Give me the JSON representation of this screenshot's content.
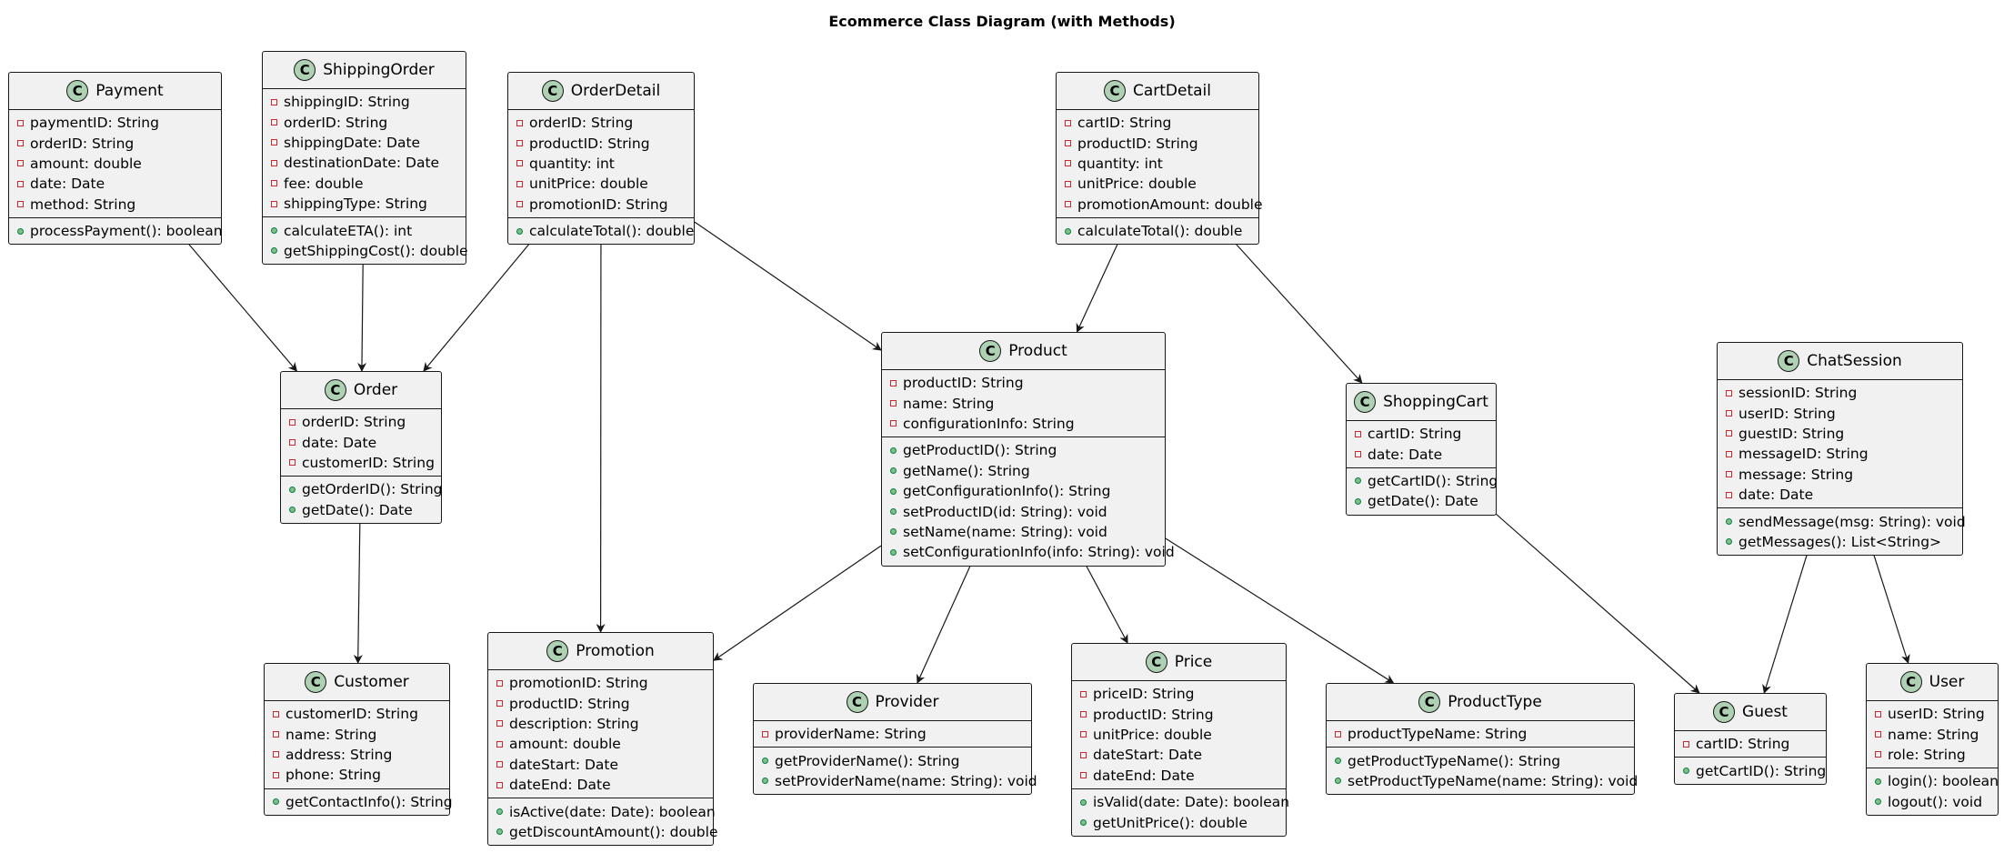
{
  "diagram": {
    "title": "Ecommerce Class Diagram (with Methods)",
    "classes": [
      {
        "id": "Payment",
        "name": "Payment",
        "stereotype": "C",
        "attributes": [
          "paymentID: String",
          "orderID: String",
          "amount: double",
          "date: Date",
          "method: String"
        ],
        "methods": [
          "processPayment(): boolean"
        ]
      },
      {
        "id": "ShippingOrder",
        "name": "ShippingOrder",
        "stereotype": "C",
        "attributes": [
          "shippingID: String",
          "orderID: String",
          "shippingDate: Date",
          "destinationDate: Date",
          "fee: double",
          "shippingType: String"
        ],
        "methods": [
          "calculateETA(): int",
          "getShippingCost(): double"
        ]
      },
      {
        "id": "OrderDetail",
        "name": "OrderDetail",
        "stereotype": "C",
        "attributes": [
          "orderID: String",
          "productID: String",
          "quantity: int",
          "unitPrice: double",
          "promotionID: String"
        ],
        "methods": [
          "calculateTotal(): double"
        ]
      },
      {
        "id": "CartDetail",
        "name": "CartDetail",
        "stereotype": "C",
        "attributes": [
          "cartID: String",
          "productID: String",
          "quantity: int",
          "unitPrice: double",
          "promotionAmount: double"
        ],
        "methods": [
          "calculateTotal(): double"
        ]
      },
      {
        "id": "Order",
        "name": "Order",
        "stereotype": "C",
        "attributes": [
          "orderID: String",
          "date: Date",
          "customerID: String"
        ],
        "methods": [
          "getOrderID(): String",
          "getDate(): Date"
        ]
      },
      {
        "id": "Product",
        "name": "Product",
        "stereotype": "C",
        "attributes": [
          "productID: String",
          "name: String",
          "configurationInfo: String"
        ],
        "methods": [
          "getProductID(): String",
          "getName(): String",
          "getConfigurationInfo(): String",
          "setProductID(id: String): void",
          "setName(name: String): void",
          "setConfigurationInfo(info: String): void"
        ]
      },
      {
        "id": "ShoppingCart",
        "name": "ShoppingCart",
        "stereotype": "C",
        "attributes": [
          "cartID: String",
          "date: Date"
        ],
        "methods": [
          "getCartID(): String",
          "getDate(): Date"
        ]
      },
      {
        "id": "ChatSession",
        "name": "ChatSession",
        "stereotype": "C",
        "attributes": [
          "sessionID: String",
          "userID: String",
          "guestID: String",
          "messageID: String",
          "message: String",
          "date: Date"
        ],
        "methods": [
          "sendMessage(msg: String): void",
          "getMessages(): List<String>"
        ]
      },
      {
        "id": "Customer",
        "name": "Customer",
        "stereotype": "C",
        "attributes": [
          "customerID: String",
          "name: String",
          "address: String",
          "phone: String"
        ],
        "methods": [
          "getContactInfo(): String"
        ]
      },
      {
        "id": "Promotion",
        "name": "Promotion",
        "stereotype": "C",
        "attributes": [
          "promotionID: String",
          "productID: String",
          "description: String",
          "amount: double",
          "dateStart: Date",
          "dateEnd: Date"
        ],
        "methods": [
          "isActive(date: Date): boolean",
          "getDiscountAmount(): double"
        ]
      },
      {
        "id": "Provider",
        "name": "Provider",
        "stereotype": "C",
        "attributes": [
          "providerName: String"
        ],
        "methods": [
          "getProviderName(): String",
          "setProviderName(name: String): void"
        ]
      },
      {
        "id": "Price",
        "name": "Price",
        "stereotype": "C",
        "attributes": [
          "priceID: String",
          "productID: String",
          "unitPrice: double",
          "dateStart: Date",
          "dateEnd: Date"
        ],
        "methods": [
          "isValid(date: Date): boolean",
          "getUnitPrice(): double"
        ]
      },
      {
        "id": "ProductType",
        "name": "ProductType",
        "stereotype": "C",
        "attributes": [
          "productTypeName: String"
        ],
        "methods": [
          "getProductTypeName(): String",
          "setProductTypeName(name: String): void"
        ]
      },
      {
        "id": "Guest",
        "name": "Guest",
        "stereotype": "C",
        "attributes": [
          "cartID: String"
        ],
        "methods": [
          "getCartID(): String"
        ]
      },
      {
        "id": "User",
        "name": "User",
        "stereotype": "C",
        "attributes": [
          "userID: String",
          "name: String",
          "role: String"
        ],
        "methods": [
          "login(): boolean",
          "logout(): void"
        ]
      }
    ],
    "relations": [
      {
        "from": "Payment",
        "to": "Order"
      },
      {
        "from": "ShippingOrder",
        "to": "Order"
      },
      {
        "from": "OrderDetail",
        "to": "Order"
      },
      {
        "from": "OrderDetail",
        "to": "Product"
      },
      {
        "from": "OrderDetail",
        "to": "Promotion"
      },
      {
        "from": "CartDetail",
        "to": "Product"
      },
      {
        "from": "CartDetail",
        "to": "ShoppingCart"
      },
      {
        "from": "Order",
        "to": "Customer"
      },
      {
        "from": "Product",
        "to": "Promotion"
      },
      {
        "from": "Product",
        "to": "Provider"
      },
      {
        "from": "Product",
        "to": "Price"
      },
      {
        "from": "Product",
        "to": "ProductType"
      },
      {
        "from": "ShoppingCart",
        "to": "Guest"
      },
      {
        "from": "ChatSession",
        "to": "Guest"
      },
      {
        "from": "ChatSession",
        "to": "User"
      }
    ],
    "colors": {
      "box_fill": "#f1f1f1",
      "border": "#181818",
      "class_icon": "#add1b2",
      "private_marker": "#c82930",
      "public_marker": "#84be84"
    }
  }
}
